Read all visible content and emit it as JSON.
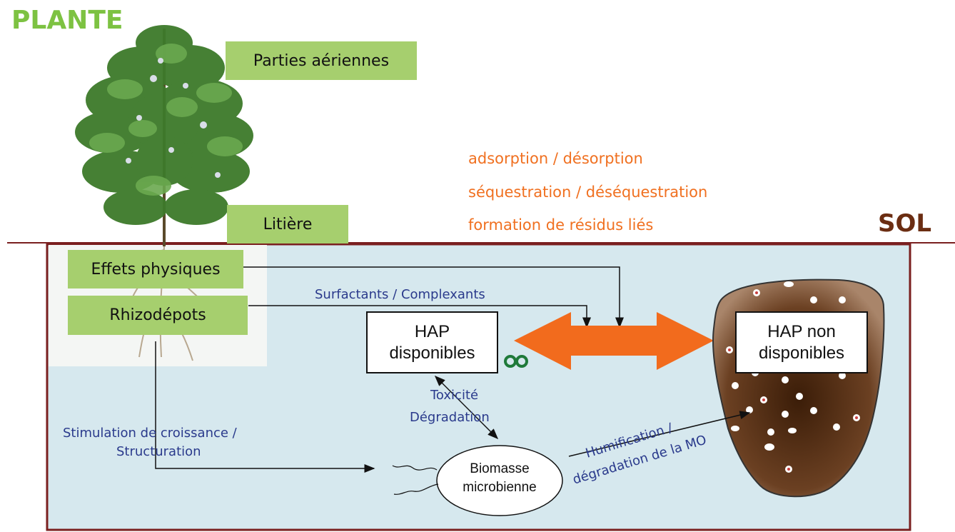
{
  "plante_title": "PLANTE",
  "sol_title": "SOL",
  "plant_labels": {
    "parties_aeriennes": "Parties aériennes",
    "litiere": "Litière",
    "effets_physiques": "Effets physiques",
    "rhizodepots": "Rhizodépots"
  },
  "processes": {
    "line1": "adsorption / désorption",
    "line2": "séquestration / déséquestration",
    "line3": "formation de résidus liés"
  },
  "hap_disponibles": {
    "line1": "HAP",
    "line2": "disponibles"
  },
  "hap_non_disponibles": {
    "line1": "HAP non",
    "line2": "disponibles"
  },
  "biomasse": {
    "line1": "Biomasse",
    "line2": "microbienne"
  },
  "arrow_labels": {
    "surfactants": "Surfactants / Complexants",
    "toxicite": "Toxicité",
    "degradation": "Dégradation",
    "stimulation_1": "Stimulation de croissance /",
    "stimulation_2": "Structuration",
    "humification_1": "Humification /",
    "humification_2": "dégradation de la MO"
  },
  "colors": {
    "plant_label_bg": "#a6cf6e",
    "title_green": "#7dc242",
    "soil_fill": "#d6e8ee",
    "soil_border": "#7a1f1f",
    "orange": "#f07020",
    "navy": "#2a3a8c",
    "aggregate_brown": "#5a3216"
  }
}
